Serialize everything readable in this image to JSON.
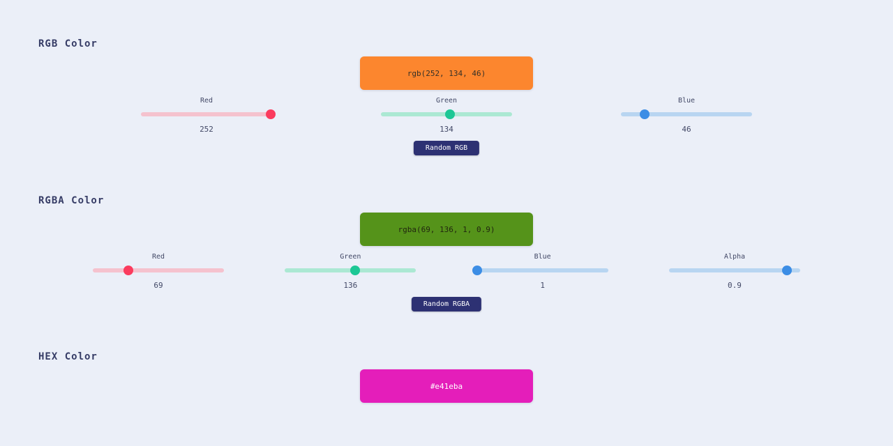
{
  "page": {
    "background": "#ebeff8",
    "heading_color": "#363c66",
    "button_color": "#2d3173"
  },
  "sections": {
    "rgb": {
      "title": "RGB Color",
      "swatch": {
        "label": "rgb(252, 134, 46)",
        "color": "#fc862e",
        "text_color": "#353128"
      },
      "sliders": [
        {
          "label": "Red",
          "value": "252",
          "percent": "98.8%",
          "track": "#f5c2ce",
          "thumb": "#fb3b5e"
        },
        {
          "label": "Green",
          "value": "134",
          "percent": "52.5%",
          "track": "#abe8d3",
          "thumb": "#1cc795"
        },
        {
          "label": "Blue",
          "value": "46",
          "percent": "18.0%",
          "track": "#b8d5f1",
          "thumb": "#3c8de5"
        }
      ],
      "button": {
        "label": "Random RGB"
      }
    },
    "rgba": {
      "title": "RGBA Color",
      "swatch": {
        "label": "rgba(69, 136, 1, 0.9)",
        "color": "rgba(69, 136, 1, 0.9)",
        "text_color": "#21260f"
      },
      "sliders": [
        {
          "label": "Red",
          "value": "69",
          "percent": "27.1%",
          "track": "#f5c2ce",
          "thumb": "#fb3b5e"
        },
        {
          "label": "Green",
          "value": "136",
          "percent": "53.3%",
          "track": "#abe8d3",
          "thumb": "#1cc795"
        },
        {
          "label": "Blue",
          "value": "1",
          "percent": "0.4%",
          "track": "#b8d5f1",
          "thumb": "#3c8de5"
        },
        {
          "label": "Alpha",
          "value": "0.9",
          "percent": "90.0%",
          "track": "#b8d5f1",
          "thumb": "#3c8de5"
        }
      ],
      "button": {
        "label": "Random RGBA"
      }
    },
    "hex": {
      "title": "HEX Color",
      "swatch": {
        "label": "#e41eba",
        "color": "#e41eba",
        "text_color": "#ffffff"
      }
    }
  }
}
